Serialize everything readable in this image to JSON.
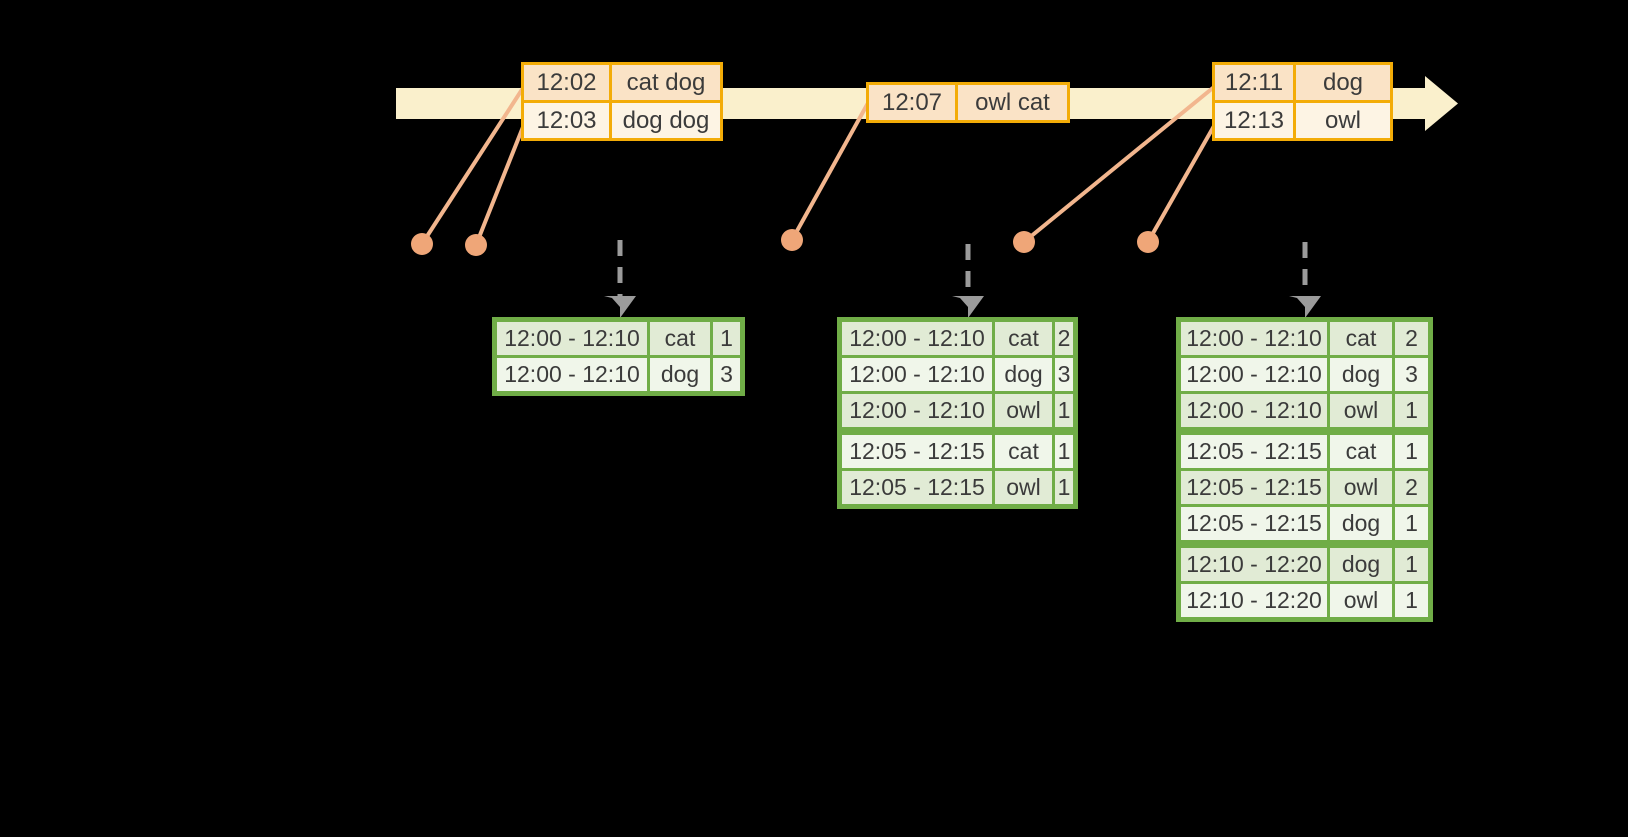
{
  "colors": {
    "background": "#000000",
    "timeline_band": "#FAF0CC",
    "event_table_border": "#F3AC07",
    "event_row_peach": "#FAE3C6",
    "event_row_cream": "#FDF4E4",
    "marker_salmon": "#EFA678",
    "connector_salmon": "#F2B68E",
    "trigger_arrow_gray": "#9B9B9B",
    "result_table_border": "#70AD47",
    "result_row_dark": "#E1EBD5",
    "result_row_light": "#F0F6EA",
    "text": "#3B3B3B"
  },
  "event_tables": [
    {
      "rows": [
        {
          "time": "12:02",
          "words": "cat dog"
        },
        {
          "time": "12:03",
          "words": "dog dog"
        }
      ]
    },
    {
      "rows": [
        {
          "time": "12:07",
          "words": "owl cat"
        }
      ]
    },
    {
      "rows": [
        {
          "time": "12:11",
          "words": "dog"
        },
        {
          "time": "12:13",
          "words": "owl"
        }
      ]
    }
  ],
  "result_tables": [
    {
      "rows": [
        {
          "window": "12:00 - 12:10",
          "word": "cat",
          "count": "1"
        },
        {
          "window": "12:00 - 12:10",
          "word": "dog",
          "count": "3"
        }
      ]
    },
    {
      "rows": [
        {
          "window": "12:00 - 12:10",
          "word": "cat",
          "count": "2"
        },
        {
          "window": "12:00 - 12:10",
          "word": "dog",
          "count": "3"
        },
        {
          "window": "12:00 - 12:10",
          "word": "owl",
          "count": "1"
        },
        {
          "window": "12:05 - 12:15",
          "word": "cat",
          "count": "1"
        },
        {
          "window": "12:05 - 12:15",
          "word": "owl",
          "count": "1"
        }
      ]
    },
    {
      "rows": [
        {
          "window": "12:00 - 12:10",
          "word": "cat",
          "count": "2"
        },
        {
          "window": "12:00 - 12:10",
          "word": "dog",
          "count": "3"
        },
        {
          "window": "12:00 - 12:10",
          "word": "owl",
          "count": "1"
        },
        {
          "window": "12:05 - 12:15",
          "word": "cat",
          "count": "1"
        },
        {
          "window": "12:05 - 12:15",
          "word": "owl",
          "count": "2"
        },
        {
          "window": "12:05 - 12:15",
          "word": "dog",
          "count": "1"
        },
        {
          "window": "12:10 - 12:20",
          "word": "dog",
          "count": "1"
        },
        {
          "window": "12:10 - 12:20",
          "word": "owl",
          "count": "1"
        }
      ]
    }
  ]
}
